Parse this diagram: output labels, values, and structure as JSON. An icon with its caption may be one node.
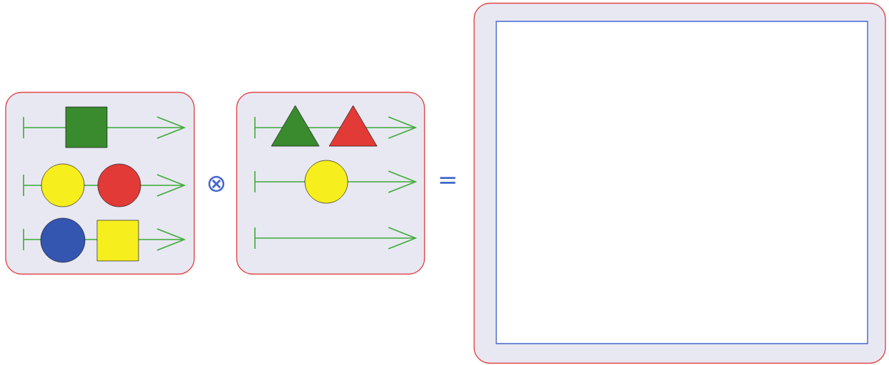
{
  "diagram": {
    "nodes": [
      {
        "text": [],
        "shape": "box"
      },
      {
        "text": [],
        "shape": "box"
      },
      {
        "text": [],
        "shape": "box"
      },
      {
        "text": [],
        "shape": "box",
        "in": 2
      }
    ],
    "labels": [
      "⊗",
      "="
    ]
  }
}
